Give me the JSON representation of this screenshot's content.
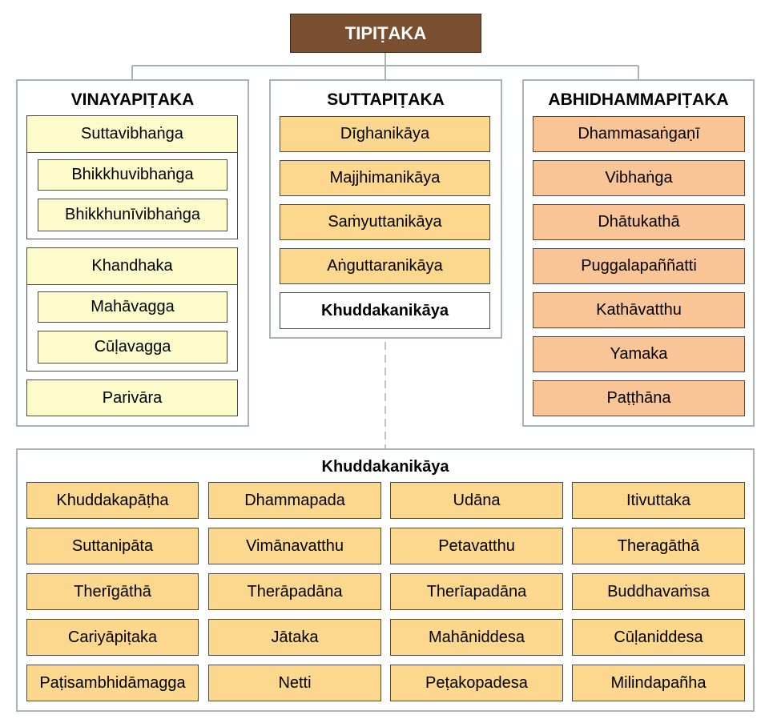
{
  "root": {
    "label": "TIPIṬAKA"
  },
  "vinaya": {
    "title": "VINAYAPIṬAKA",
    "suttavibhanga": {
      "label": "Suttavibhaṅga",
      "children": [
        "Bhikkhuvibhaṅga",
        "Bhikkhunīvibhaṅga"
      ]
    },
    "khandhaka": {
      "label": "Khandhaka",
      "children": [
        "Mahāvagga",
        "Cūḷavagga"
      ]
    },
    "parivara": "Parivāra"
  },
  "sutta": {
    "title": "SUTTAPIṬAKA",
    "items": [
      "Dīghanikāya",
      "Majjhimanikāya",
      "Saṁyuttanikāya",
      "Aṅguttaranikāya",
      "Khuddakanikāya"
    ]
  },
  "abhidhamma": {
    "title": "ABHIDHAMMAPIṬAKA",
    "items": [
      "Dhammasaṅgaṇī",
      "Vibhaṅga",
      "Dhātukathā",
      "Puggalapaññatti",
      "Kathāvatthu",
      "Yamaka",
      "Paṭṭhāna"
    ]
  },
  "khuddaka": {
    "title": "Khuddakanikāya",
    "rows": [
      [
        "Khuddakapāṭha",
        "Dhammapada",
        "Udāna",
        "Itivuttaka"
      ],
      [
        "Suttanipāta",
        "Vimānavatthu",
        "Petavatthu",
        "Theragāthā"
      ],
      [
        "Therīgāthā",
        "Therāpadāna",
        "Therīapadāna",
        "Buddhavaṁsa"
      ],
      [
        "Cariyāpiṭaka",
        "Jātaka",
        "Mahāniddesa",
        "Cūḷaniddesa"
      ],
      [
        "Paṭisambhidāmagga",
        "Netti",
        "Peṭakopadesa",
        "Milindapañha"
      ]
    ]
  },
  "colors": {
    "root": "#7a4f30",
    "vinaya_node": "#fefbcb",
    "sutta_node": "#fbd88e",
    "abhidhamma_node": "#f9c596",
    "khuddaka_node": "#fbd88e",
    "connector": "#a9b4b1"
  }
}
